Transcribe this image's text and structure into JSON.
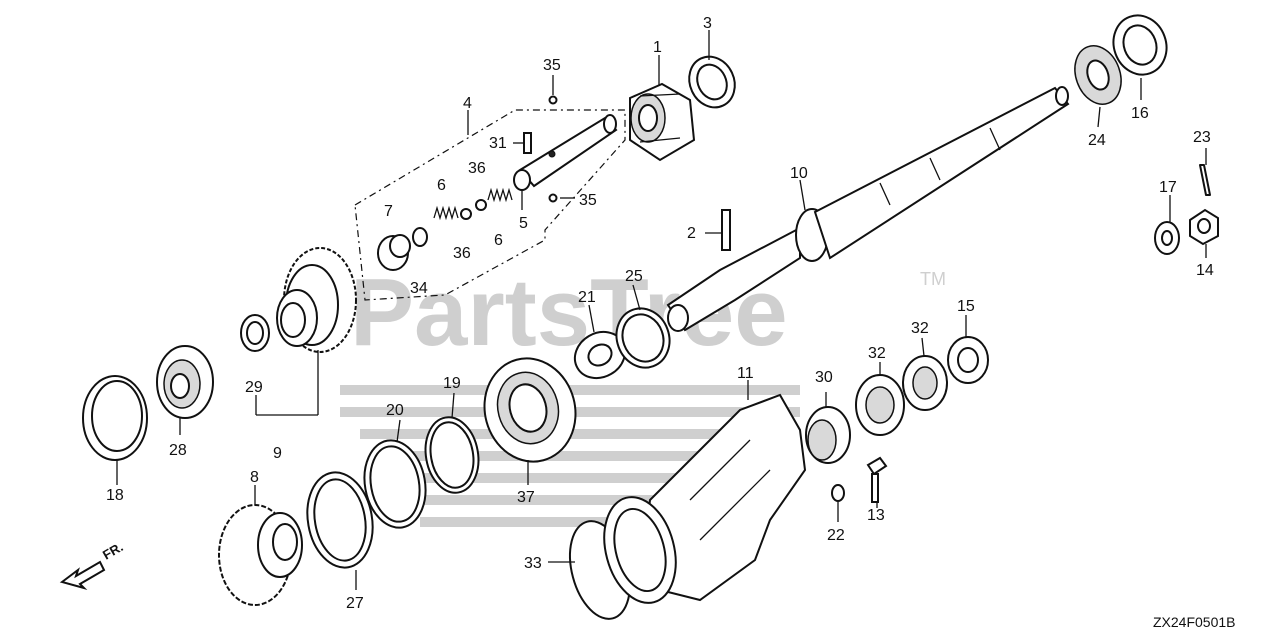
{
  "watermark": {
    "text": "PartsTree",
    "trademark": "TM"
  },
  "drawing_code": "ZX24F0501B",
  "direction_label": "FR.",
  "callouts": {
    "c1": "1",
    "c2": "2",
    "c3": "3",
    "c4": "4",
    "c5": "5",
    "c6a": "6",
    "c6b": "6",
    "c7": "7",
    "c8": "8",
    "c9": "9",
    "c10": "10",
    "c11": "11",
    "c13": "13",
    "c14": "14",
    "c15": "15",
    "c16": "16",
    "c17": "17",
    "c18": "18",
    "c19": "19",
    "c20": "20",
    "c21": "21",
    "c22": "22",
    "c23": "23",
    "c24": "24",
    "c25": "25",
    "c27": "27",
    "c28": "28",
    "c29": "29",
    "c30": "30",
    "c31": "31",
    "c32a": "32",
    "c32b": "32",
    "c33": "33",
    "c34": "34",
    "c35a": "35",
    "c35b": "35",
    "c36a": "36",
    "c36b": "36",
    "c37": "37"
  }
}
